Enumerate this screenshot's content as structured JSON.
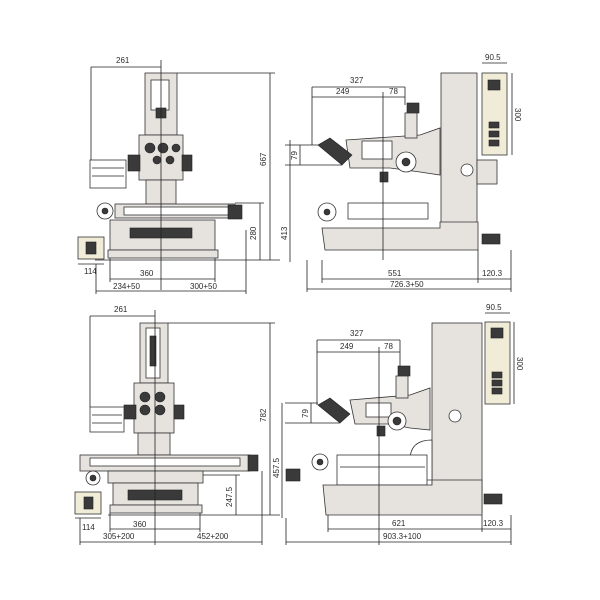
{
  "figure": {
    "description": "Dimensional drawings of two measuring microscope models (front and side views)",
    "panels": [
      {
        "id": "top-front",
        "view": "front",
        "dims": {
          "top_width": "261",
          "height_total": "667",
          "stage_height": "280",
          "accessory_width": "114",
          "base_width": "360",
          "left_travel": "234+50",
          "right_travel": "300+50"
        }
      },
      {
        "id": "top-side",
        "view": "side",
        "dims": {
          "arm_total": "327",
          "arm_front": "249",
          "arm_back": "78",
          "eyepiece_height": "79",
          "stage_to_optic": "413",
          "controller_width": "90.5",
          "controller_height": "300",
          "base_length": "551",
          "rear_extension": "120.3",
          "overall_length": "726.3+50"
        }
      },
      {
        "id": "bottom-front",
        "view": "front",
        "dims": {
          "top_width": "261",
          "height_total": "782",
          "stage_height": "247.5",
          "accessory_width": "114",
          "base_width": "360",
          "left_travel": "305+200",
          "right_travel": "452+200"
        }
      },
      {
        "id": "bottom-side",
        "view": "side",
        "dims": {
          "arm_total": "327",
          "arm_front": "249",
          "arm_back": "78",
          "eyepiece_height": "79",
          "stage_to_optic": "457.5",
          "controller_width": "90.5",
          "controller_height": "300",
          "base_length": "621",
          "rear_extension": "120.3",
          "overall_length": "903.3+100"
        }
      }
    ]
  },
  "colors": {
    "body": "#e6e3de",
    "line": "#222222",
    "controller": "#f1ecd8",
    "dark": "#3a3a3a"
  }
}
